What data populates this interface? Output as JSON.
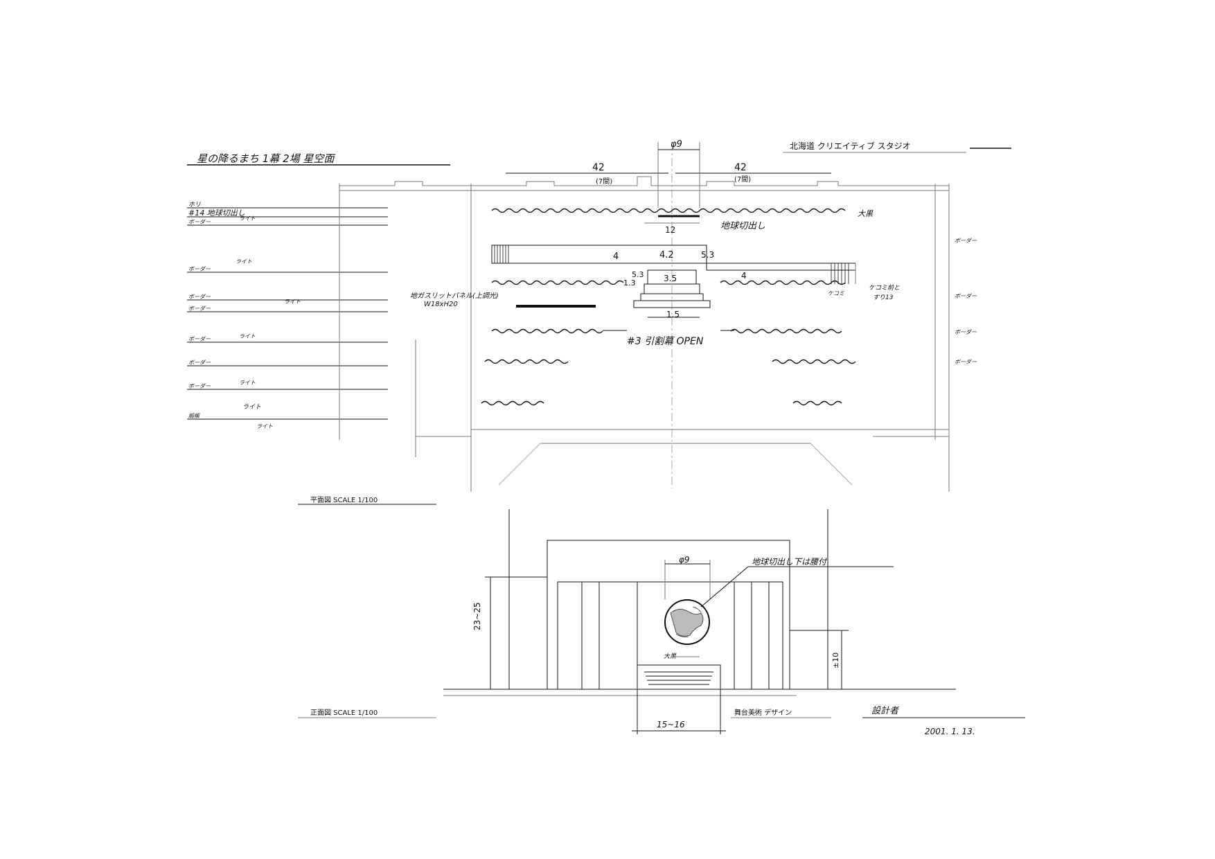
{
  "drawing": {
    "title": "星の降るまち 1幕 2場 星空面",
    "header_stamp": "北海道 クリエイティブ スタジオ",
    "plan_label": "平面図 SCALE 1/100",
    "elevation_label": "正面図 SCALE 1/100",
    "footer_note": "舞台美術 デザイン",
    "designer": "設計者",
    "date": "2001. 1. 13."
  },
  "plan": {
    "dim_circle_top": "φ9",
    "dim_left": "42",
    "dim_left_sub": "(7間)",
    "dim_right": "42",
    "dim_right_sub": "(7間)",
    "dim_12": "12",
    "dim_4": "4",
    "dim_4_2": "4.2",
    "dim_5_3": "5.3",
    "dim_3_5": "3.5",
    "dim_1_5": "1.5",
    "dim_1_3": "1.3",
    "dim_5_3b": "5.3",
    "dim_4b": "4",
    "label_globe": "地球切出し",
    "label_kuro": "大黒",
    "label_slit_1": "地ガスリットパネル(上調光)",
    "label_slit_2": "W18xH20",
    "label_curtain": "#3 引割幕 OPEN",
    "label_stairs_1": "ケコミ前と",
    "label_stairs_2": "ケコミ",
    "label_stairs_3": "すり13",
    "left_labels": [
      "ホリ",
      "#14 地球切出し",
      "ボーダー",
      "ボーダー",
      "ボーダー",
      "ボーダー",
      "ボーダー",
      "ボーダー",
      "ボーダー",
      "緞帳"
    ],
    "right_labels": [
      "ボーダー",
      "ボーダー",
      "ボーダー",
      "ボーダー"
    ],
    "small_notes": [
      "ライト",
      "ライト",
      "ライト",
      "ライト",
      "ライト",
      "ライト",
      "ライト"
    ]
  },
  "elevation": {
    "dim_circle": "φ9",
    "dim_height": "23~25",
    "dim_base_height": "±10",
    "dim_width": "15~16",
    "label_globe_note": "地球切出し下は腰付",
    "label_kuro": "大黒"
  },
  "icons": [
    "globe-cutout-icon"
  ]
}
